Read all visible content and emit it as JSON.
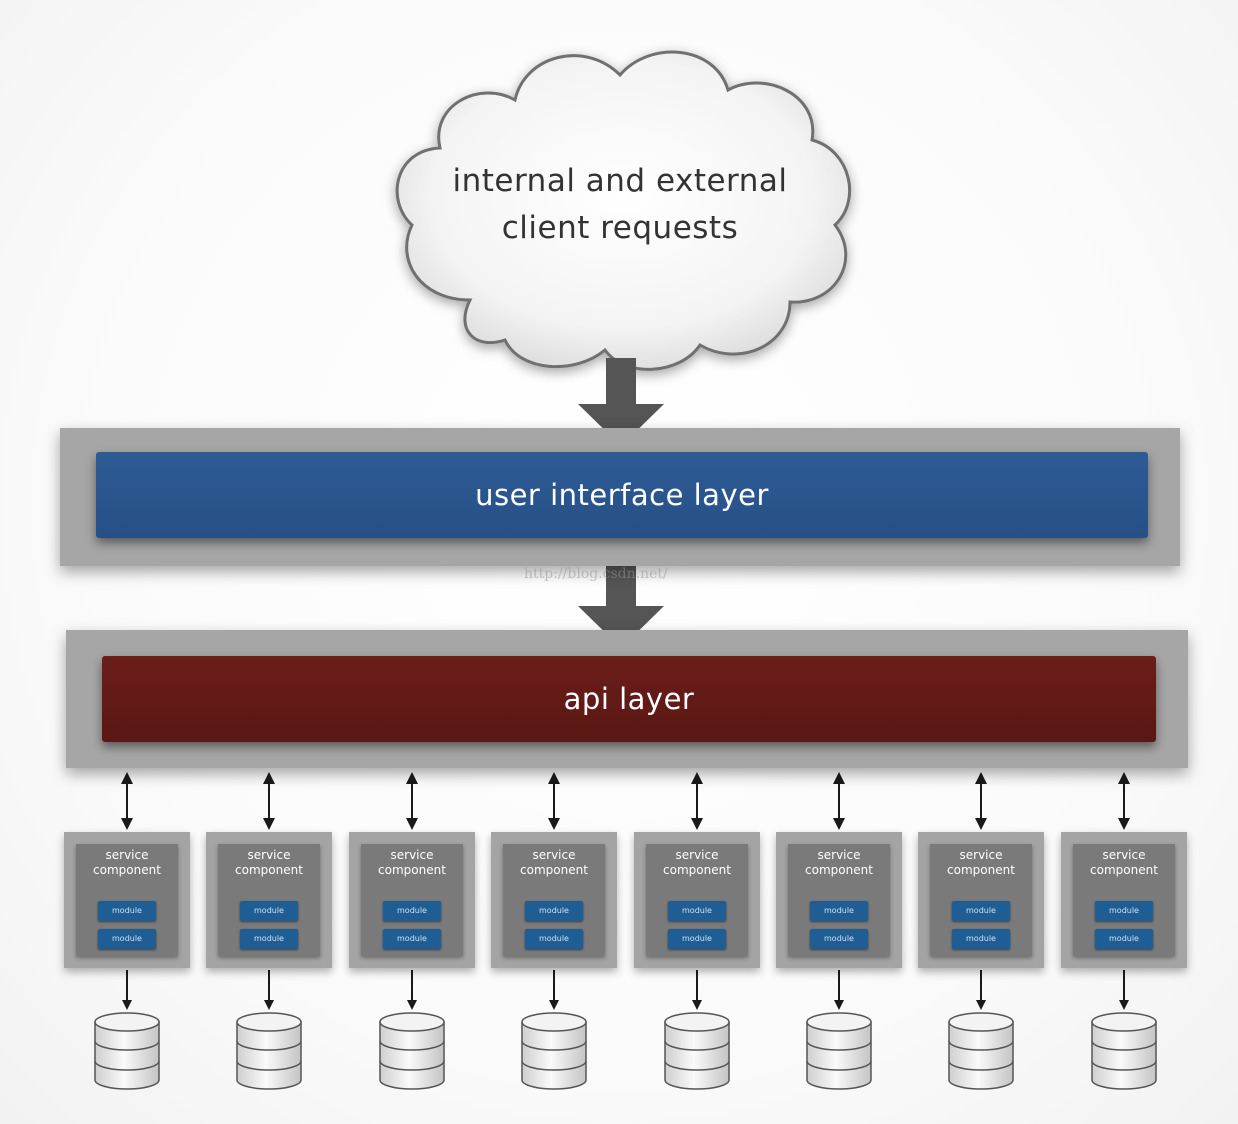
{
  "cloud": {
    "line1": "internal and external",
    "line2": "client requests"
  },
  "layers": {
    "ui": "user interface layer",
    "api": "api layer"
  },
  "watermark": "http://blog.csdn.net/",
  "service_label_line1": "service",
  "service_label_line2": "component",
  "module_label": "module",
  "service_count": 8,
  "colors": {
    "ui": "#2a5590",
    "api": "#601a16",
    "frame": "#a6a6a6",
    "arrow": "#555555",
    "module": "#1f5e94"
  }
}
